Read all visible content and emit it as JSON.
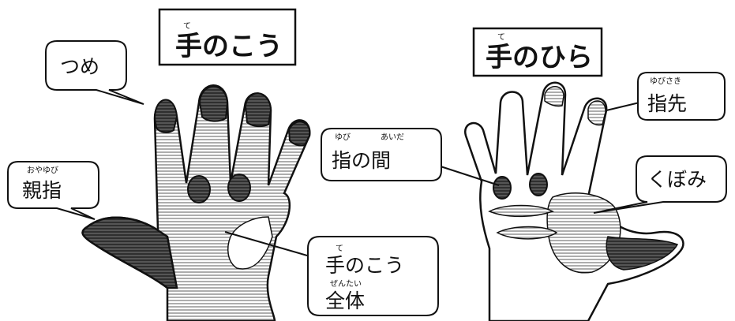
{
  "titles": {
    "back": {
      "text": "手のこう",
      "ruby": "て"
    },
    "palm": {
      "text": "手のひら",
      "ruby": "て"
    }
  },
  "labels": {
    "nail": {
      "text": "つめ"
    },
    "thumb": {
      "text": "親指",
      "ruby": "おやゆび"
    },
    "back_whole_1": {
      "text": "手のこう",
      "ruby": "て"
    },
    "back_whole_2": {
      "text": "全体",
      "ruby": "ぜんたい"
    },
    "fingertip": {
      "text": "指先",
      "ruby": "ゆびさき"
    },
    "between": {
      "text": "指の間",
      "ruby_yubi": "ゆび",
      "ruby_aida": "あいだ"
    },
    "hollow": {
      "text": "くぼみ"
    }
  }
}
